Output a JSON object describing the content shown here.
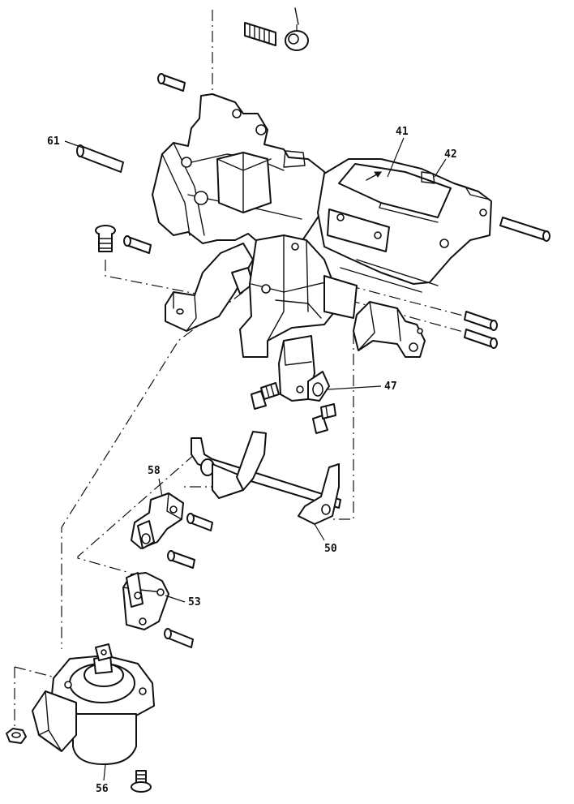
{
  "callouts": {
    "c41": "41",
    "c42": "42",
    "c61": "61",
    "c47": "47",
    "c58": "58",
    "c50": "50",
    "c53": "53",
    "c56": "56"
  },
  "colors": {
    "ink": "#111111",
    "paper": "#ffffff"
  }
}
